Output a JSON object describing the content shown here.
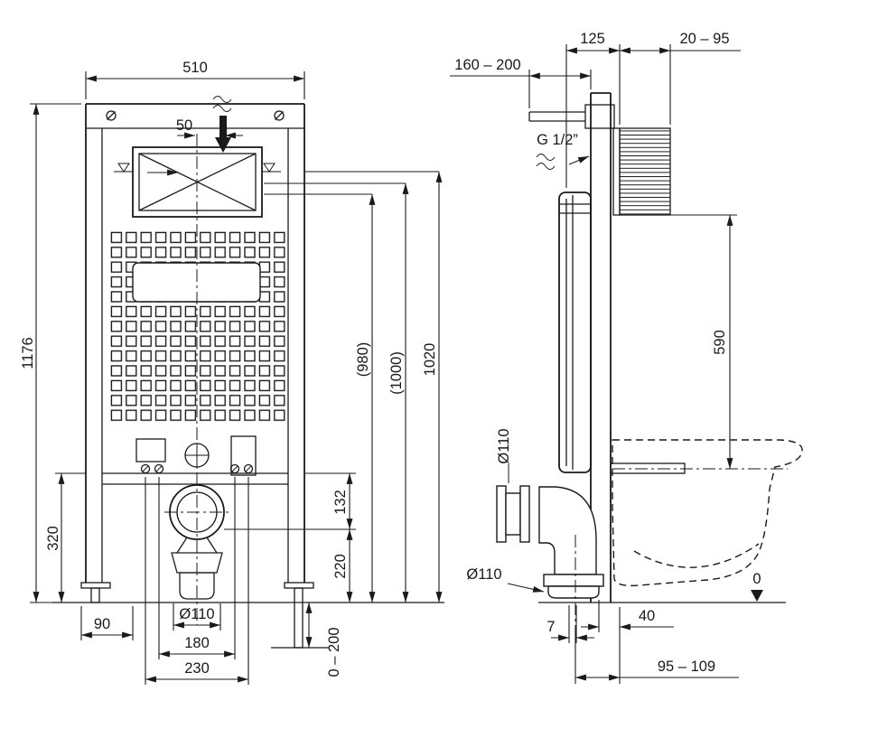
{
  "drawing": {
    "front_view": {
      "dims": {
        "width_510": "510",
        "offset_50": "50",
        "height_1176": "1176",
        "height_320": "320",
        "height_980": "(980)",
        "height_1000": "(1000)",
        "height_1020": "1020",
        "gap_132": "132",
        "gap_220": "220",
        "foot_0_200": "0 – 200",
        "offset_90": "90",
        "drain_dia": "Ø110",
        "span_180": "180",
        "span_230": "230"
      }
    },
    "side_view": {
      "labels": {
        "water_connection": "G 1/2”",
        "pipe_dia_side": "Ø110",
        "pipe_dia_outlet": "Ø110",
        "floor_datum": "0"
      },
      "dims": {
        "supply_160_200": "160 – 200",
        "depth_125": "125",
        "wall_20_95": "20 – 95",
        "height_590": "590",
        "offset_7": "7",
        "offset_40": "40",
        "outlet_95_109": "95 – 109"
      }
    }
  }
}
